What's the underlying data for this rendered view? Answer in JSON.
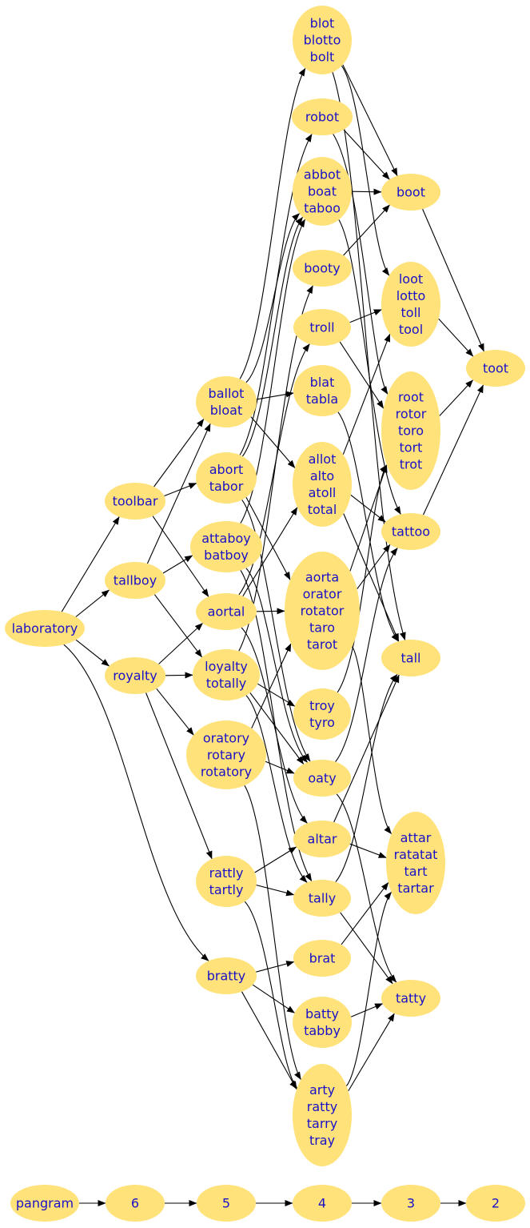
{
  "diagram": {
    "nodes": [
      {
        "id": "blot",
        "lines": [
          "blot",
          "blotto",
          "bolt"
        ]
      },
      {
        "id": "robot",
        "lines": [
          "robot"
        ]
      },
      {
        "id": "abbot",
        "lines": [
          "abbot",
          "boat",
          "taboo"
        ]
      },
      {
        "id": "boot",
        "lines": [
          "boot"
        ]
      },
      {
        "id": "booty",
        "lines": [
          "booty"
        ]
      },
      {
        "id": "loot",
        "lines": [
          "loot",
          "lotto",
          "toll",
          "tool"
        ]
      },
      {
        "id": "troll",
        "lines": [
          "troll"
        ]
      },
      {
        "id": "toot",
        "lines": [
          "toot"
        ]
      },
      {
        "id": "ballot",
        "lines": [
          "ballot",
          "bloat"
        ]
      },
      {
        "id": "blat",
        "lines": [
          "blat",
          "tabla"
        ]
      },
      {
        "id": "root",
        "lines": [
          "root",
          "rotor",
          "toro",
          "tort",
          "trot"
        ]
      },
      {
        "id": "abort",
        "lines": [
          "abort",
          "tabor"
        ]
      },
      {
        "id": "allot",
        "lines": [
          "allot",
          "alto",
          "atoll",
          "total"
        ]
      },
      {
        "id": "toolbar",
        "lines": [
          "toolbar"
        ]
      },
      {
        "id": "tattoo",
        "lines": [
          "tattoo"
        ]
      },
      {
        "id": "attaboy",
        "lines": [
          "attaboy",
          "batboy"
        ]
      },
      {
        "id": "tallboy",
        "lines": [
          "tallboy"
        ]
      },
      {
        "id": "aorta",
        "lines": [
          "aorta",
          "orator",
          "rotator",
          "taro",
          "tarot"
        ]
      },
      {
        "id": "aortal",
        "lines": [
          "aortal"
        ]
      },
      {
        "id": "laboratory",
        "lines": [
          "laboratory"
        ]
      },
      {
        "id": "tall",
        "lines": [
          "tall"
        ]
      },
      {
        "id": "royalty",
        "lines": [
          "royalty"
        ]
      },
      {
        "id": "loyalty",
        "lines": [
          "loyalty",
          "totally"
        ]
      },
      {
        "id": "troy",
        "lines": [
          "troy",
          "tyro"
        ]
      },
      {
        "id": "oratory",
        "lines": [
          "oratory",
          "rotary",
          "rotatory"
        ]
      },
      {
        "id": "oaty",
        "lines": [
          "oaty"
        ]
      },
      {
        "id": "altar",
        "lines": [
          "altar"
        ]
      },
      {
        "id": "attar",
        "lines": [
          "attar",
          "ratatat",
          "tart",
          "tartar"
        ]
      },
      {
        "id": "rattly",
        "lines": [
          "rattly",
          "tartly"
        ]
      },
      {
        "id": "tally",
        "lines": [
          "tally"
        ]
      },
      {
        "id": "brat",
        "lines": [
          "brat"
        ]
      },
      {
        "id": "bratty",
        "lines": [
          "bratty"
        ]
      },
      {
        "id": "tatty",
        "lines": [
          "tatty"
        ]
      },
      {
        "id": "batty",
        "lines": [
          "batty",
          "tabby"
        ]
      },
      {
        "id": "arty",
        "lines": [
          "arty",
          "ratty",
          "tarry",
          "tray"
        ]
      },
      {
        "id": "pangram",
        "lines": [
          "pangram"
        ]
      },
      {
        "id": "k6",
        "lines": [
          "6"
        ]
      },
      {
        "id": "k5",
        "lines": [
          "5"
        ]
      },
      {
        "id": "k4",
        "lines": [
          "4"
        ]
      },
      {
        "id": "k3",
        "lines": [
          "3"
        ]
      },
      {
        "id": "k2",
        "lines": [
          "2"
        ]
      }
    ],
    "edges": [
      [
        "laboratory",
        "toolbar"
      ],
      [
        "laboratory",
        "tallboy"
      ],
      [
        "laboratory",
        "royalty"
      ],
      [
        "laboratory",
        "bratty"
      ],
      [
        "toolbar",
        "ballot"
      ],
      [
        "toolbar",
        "abort"
      ],
      [
        "toolbar",
        "aortal"
      ],
      [
        "tallboy",
        "ballot"
      ],
      [
        "tallboy",
        "attaboy"
      ],
      [
        "tallboy",
        "loyalty"
      ],
      [
        "royalty",
        "aortal"
      ],
      [
        "royalty",
        "loyalty"
      ],
      [
        "royalty",
        "oratory"
      ],
      [
        "royalty",
        "rattly"
      ],
      [
        "ballot",
        "blot"
      ],
      [
        "ballot",
        "abbot"
      ],
      [
        "ballot",
        "blat"
      ],
      [
        "ballot",
        "allot"
      ],
      [
        "abort",
        "robot"
      ],
      [
        "abort",
        "abbot"
      ],
      [
        "abort",
        "aorta"
      ],
      [
        "abort",
        "oaty"
      ],
      [
        "attaboy",
        "abbot"
      ],
      [
        "attaboy",
        "oaty"
      ],
      [
        "attaboy",
        "tally"
      ],
      [
        "aortal",
        "troll"
      ],
      [
        "aortal",
        "allot"
      ],
      [
        "aortal",
        "aorta"
      ],
      [
        "aortal",
        "altar"
      ],
      [
        "loyalty",
        "booty"
      ],
      [
        "loyalty",
        "troy"
      ],
      [
        "loyalty",
        "oaty"
      ],
      [
        "loyalty",
        "tally"
      ],
      [
        "oratory",
        "aorta"
      ],
      [
        "oratory",
        "oaty"
      ],
      [
        "oratory",
        "arty"
      ],
      [
        "rattly",
        "altar"
      ],
      [
        "rattly",
        "tally"
      ],
      [
        "rattly",
        "arty"
      ],
      [
        "bratty",
        "brat"
      ],
      [
        "bratty",
        "batty"
      ],
      [
        "bratty",
        "arty"
      ],
      [
        "blot",
        "boot"
      ],
      [
        "blot",
        "loot"
      ],
      [
        "blot",
        "tall"
      ],
      [
        "robot",
        "boot"
      ],
      [
        "robot",
        "root"
      ],
      [
        "abbot",
        "boot"
      ],
      [
        "abbot",
        "tattoo"
      ],
      [
        "booty",
        "boot"
      ],
      [
        "troll",
        "loot"
      ],
      [
        "troll",
        "root"
      ],
      [
        "blat",
        "tall"
      ],
      [
        "allot",
        "loot"
      ],
      [
        "allot",
        "tattoo"
      ],
      [
        "allot",
        "tall"
      ],
      [
        "aorta",
        "root"
      ],
      [
        "aorta",
        "tattoo"
      ],
      [
        "aorta",
        "attar"
      ],
      [
        "troy",
        "root"
      ],
      [
        "oaty",
        "tattoo"
      ],
      [
        "oaty",
        "tatty"
      ],
      [
        "altar",
        "tall"
      ],
      [
        "altar",
        "attar"
      ],
      [
        "tally",
        "tall"
      ],
      [
        "tally",
        "tatty"
      ],
      [
        "brat",
        "attar"
      ],
      [
        "batty",
        "tatty"
      ],
      [
        "arty",
        "attar"
      ],
      [
        "arty",
        "tatty"
      ],
      [
        "boot",
        "toot"
      ],
      [
        "loot",
        "toot"
      ],
      [
        "root",
        "toot"
      ],
      [
        "tattoo",
        "toot"
      ],
      [
        "pangram",
        "k6"
      ],
      [
        "k6",
        "k5"
      ],
      [
        "k5",
        "k4"
      ],
      [
        "k4",
        "k3"
      ],
      [
        "k3",
        "k2"
      ]
    ],
    "colors": {
      "node_fill": "#ffe27a",
      "node_text": "#1a10c8",
      "edge": "#000000"
    }
  }
}
